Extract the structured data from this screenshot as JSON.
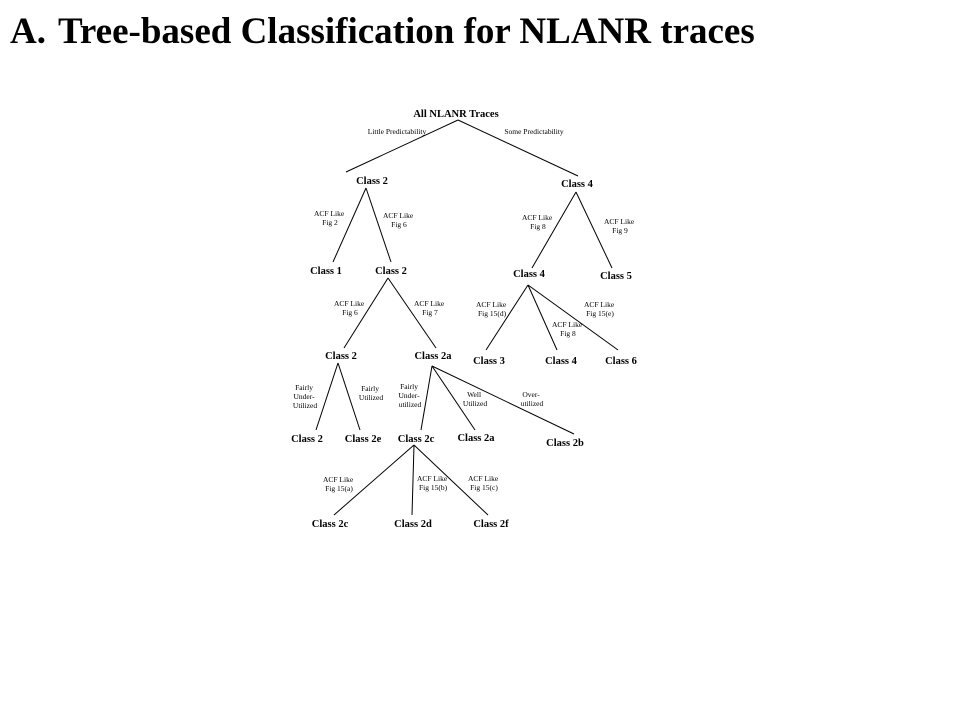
{
  "title": {
    "letter": "A.",
    "text": "Tree-based Classification for NLANR traces"
  },
  "tree": {
    "root": "All NLANR Traces",
    "nodes": {
      "n_c2": "Class 2",
      "n_c4": "Class 4",
      "n_c1": "Class 1",
      "n_c2b": "Class 2",
      "n_c4b": "Class 4",
      "n_c5": "Class 5",
      "n_c2c": "Class 2",
      "n_c2a": "Class 2a",
      "n_c3": "Class 3",
      "n_c4c": "Class 4",
      "n_c6": "Class 6",
      "n_c2d": "Class 2",
      "n_c2e": "Class 2e",
      "n_c2cc": "Class 2c",
      "n_c2aa": "Class 2a",
      "n_c2bb": "Class 2b",
      "n_c2c2": "Class 2c",
      "n_c2dd": "Class 2d",
      "n_c2f": "Class 2f"
    },
    "edge_labels": {
      "e_little": [
        "Little Predictability"
      ],
      "e_some": [
        "Some Predictability"
      ],
      "e_fig2": [
        "ACF Like",
        "Fig 2"
      ],
      "e_fig6a": [
        "ACF Like",
        "Fig 6"
      ],
      "e_fig8a": [
        "ACF Like",
        "Fig 8"
      ],
      "e_fig9": [
        "ACF Like",
        "Fig 9"
      ],
      "e_fig6b": [
        "ACF Like",
        "Fig 6"
      ],
      "e_fig7": [
        "ACF Like",
        "Fig 7"
      ],
      "e_fig15d": [
        "ACF Like",
        "Fig 15(d)"
      ],
      "e_fig8b": [
        "ACF Like",
        "Fig 8"
      ],
      "e_fig15e": [
        "ACF Like",
        "Fig 15(e)"
      ],
      "e_fuu": [
        "Fairly",
        "Under-",
        "Utilized"
      ],
      "e_fu": [
        "Fairly",
        "Utilized"
      ],
      "e_fuu2": [
        "Fairly",
        "Under-",
        "utilized"
      ],
      "e_wu": [
        "Well",
        "Utilized"
      ],
      "e_ou": [
        "Over-",
        "utilized"
      ],
      "e_fig15a": [
        "ACF Like",
        "Fig 15(a)"
      ],
      "e_fig15b": [
        "ACF Like",
        "Fig 15(b)"
      ],
      "e_fig15c": [
        "ACF Like",
        "Fig 15(c)"
      ]
    }
  }
}
